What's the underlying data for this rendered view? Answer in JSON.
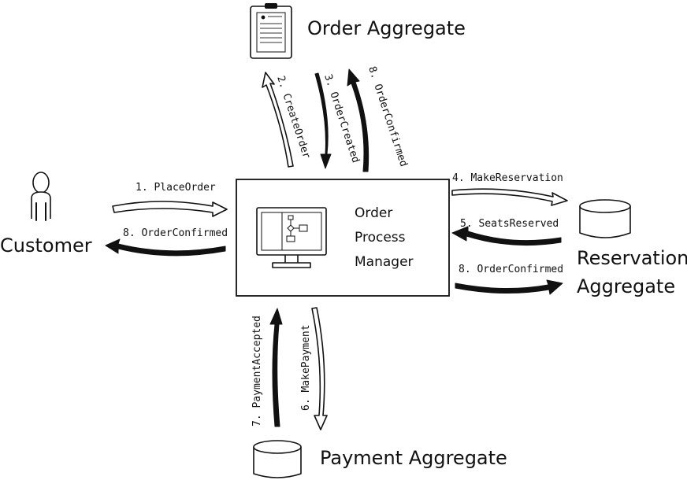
{
  "nodes": {
    "customer": "Customer",
    "order_aggregate": "Order Aggregate",
    "process_manager": [
      "Order",
      "Process",
      "Manager"
    ],
    "reservation_aggregate": [
      "Reservation",
      "Aggregate"
    ],
    "payment_aggregate": "Payment Aggregate"
  },
  "messages": {
    "place_order": "1. PlaceOrder",
    "create_order": "2. CreateOrder",
    "order_created": "3. OrderCreated",
    "make_reservation": "4. MakeReservation",
    "seats_reserved": "5. SeatsReserved",
    "make_payment": "6. MakePayment",
    "payment_accepted": "7. PaymentAccepted",
    "order_confirmed_to_order": "8. OrderConfirmed",
    "order_confirmed_to_customer": "8. OrderConfirmed",
    "order_confirmed_to_reservation": "8. OrderConfirmed"
  },
  "colors": {
    "ink": "#111111",
    "background": "#ffffff"
  },
  "icons": [
    "person-icon",
    "clipboard-icon",
    "computer-workflow-icon",
    "database-icon"
  ]
}
